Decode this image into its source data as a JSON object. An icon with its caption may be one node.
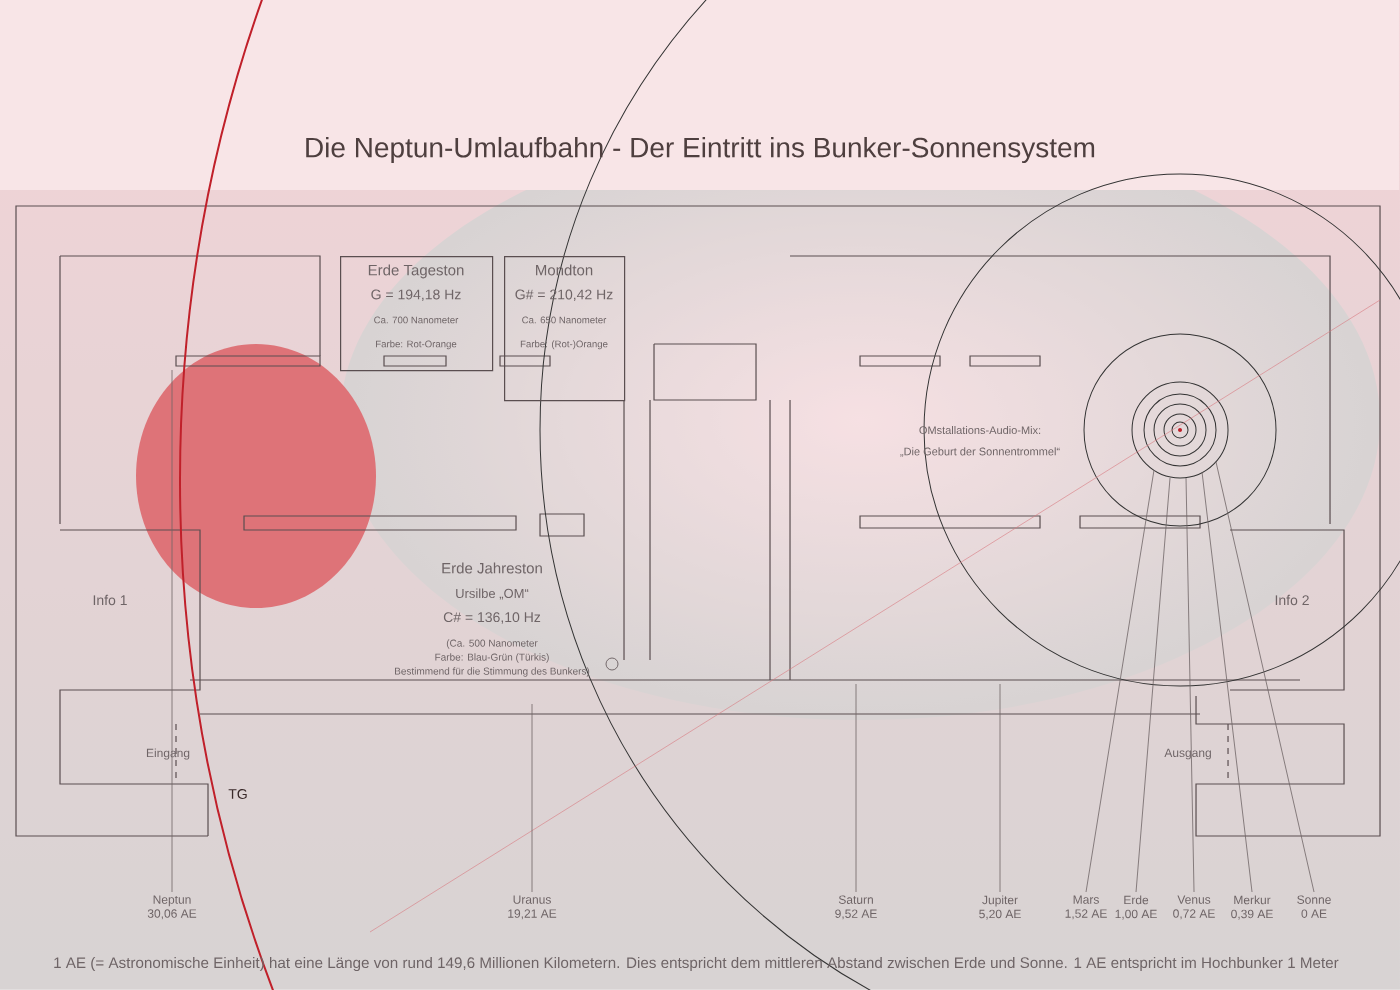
{
  "diagram": {
    "title": "Die Neptun-Umlaufbahn - Der Eintritt ins Bunker-Sonnensystem",
    "nodes": [
      {
        "text": [
          "Erde Tageston",
          "G = 194,18 Hz",
          "Ca. 700 Nanometer",
          "Farbe: Rot-Orange"
        ]
      },
      {
        "text": [
          "Mondton",
          "G# = 210,42 Hz",
          "Ca. 650 Nanometer",
          "Farbe: (Rot-)Orange"
        ]
      },
      {
        "text": [
          "Neptun",
          "30,06 AE"
        ]
      },
      {
        "text": [
          "Uranus",
          "19,21 AE"
        ]
      },
      {
        "text": [
          "Saturn",
          "9,52 AE"
        ]
      },
      {
        "text": [
          "Jupiter",
          "5,20 AE"
        ]
      },
      {
        "text": [
          "Mars",
          "1,52 AE"
        ]
      },
      {
        "text": [
          "Erde",
          "1,00 AE"
        ]
      },
      {
        "text": [
          "Venus",
          "0,72 AE"
        ]
      },
      {
        "text": [
          "Merkur",
          "0,39 AE"
        ]
      },
      {
        "text": [
          "Sonne",
          "0 AE"
        ]
      }
    ],
    "edges": [
      {
        "from": 2,
        "to": null,
        "arrow": "none"
      },
      {
        "from": 3,
        "to": null,
        "arrow": "none"
      },
      {
        "from": 4,
        "to": null,
        "arrow": "none"
      },
      {
        "from": 5,
        "to": null,
        "arrow": "none"
      },
      {
        "from": 6,
        "to": null,
        "arrow": "none"
      },
      {
        "from": 7,
        "to": null,
        "arrow": "none"
      },
      {
        "from": 8,
        "to": null,
        "arrow": "none"
      },
      {
        "from": 9,
        "to": null,
        "arrow": "none"
      },
      {
        "from": 10,
        "to": null,
        "arrow": "none"
      }
    ],
    "labels": [
      "Erde Jahreston",
      "Ursilbe „OM“",
      "C# = 136,10 Hz",
      "(Ca. 500 Nanometer",
      "Farbe: Blau-Grün (Türkis)",
      "Bestimmend für die Stimmung des Bunkers)",
      "OMstallations-Audio-Mix:",
      "„Die Geburt der Sonnentrommel“",
      "Info 1",
      "Info 2",
      "Eingang",
      "Ausgang",
      "TG",
      "1 AE (= Astronomische Einheit) hat eine Länge von rund 149,6 Millionen Kilometern. Dies entspricht dem mittleren Abstand zwischen Erde und Sonne. 1 AE entspricht im Hochbunker 1 Meter"
    ]
  }
}
